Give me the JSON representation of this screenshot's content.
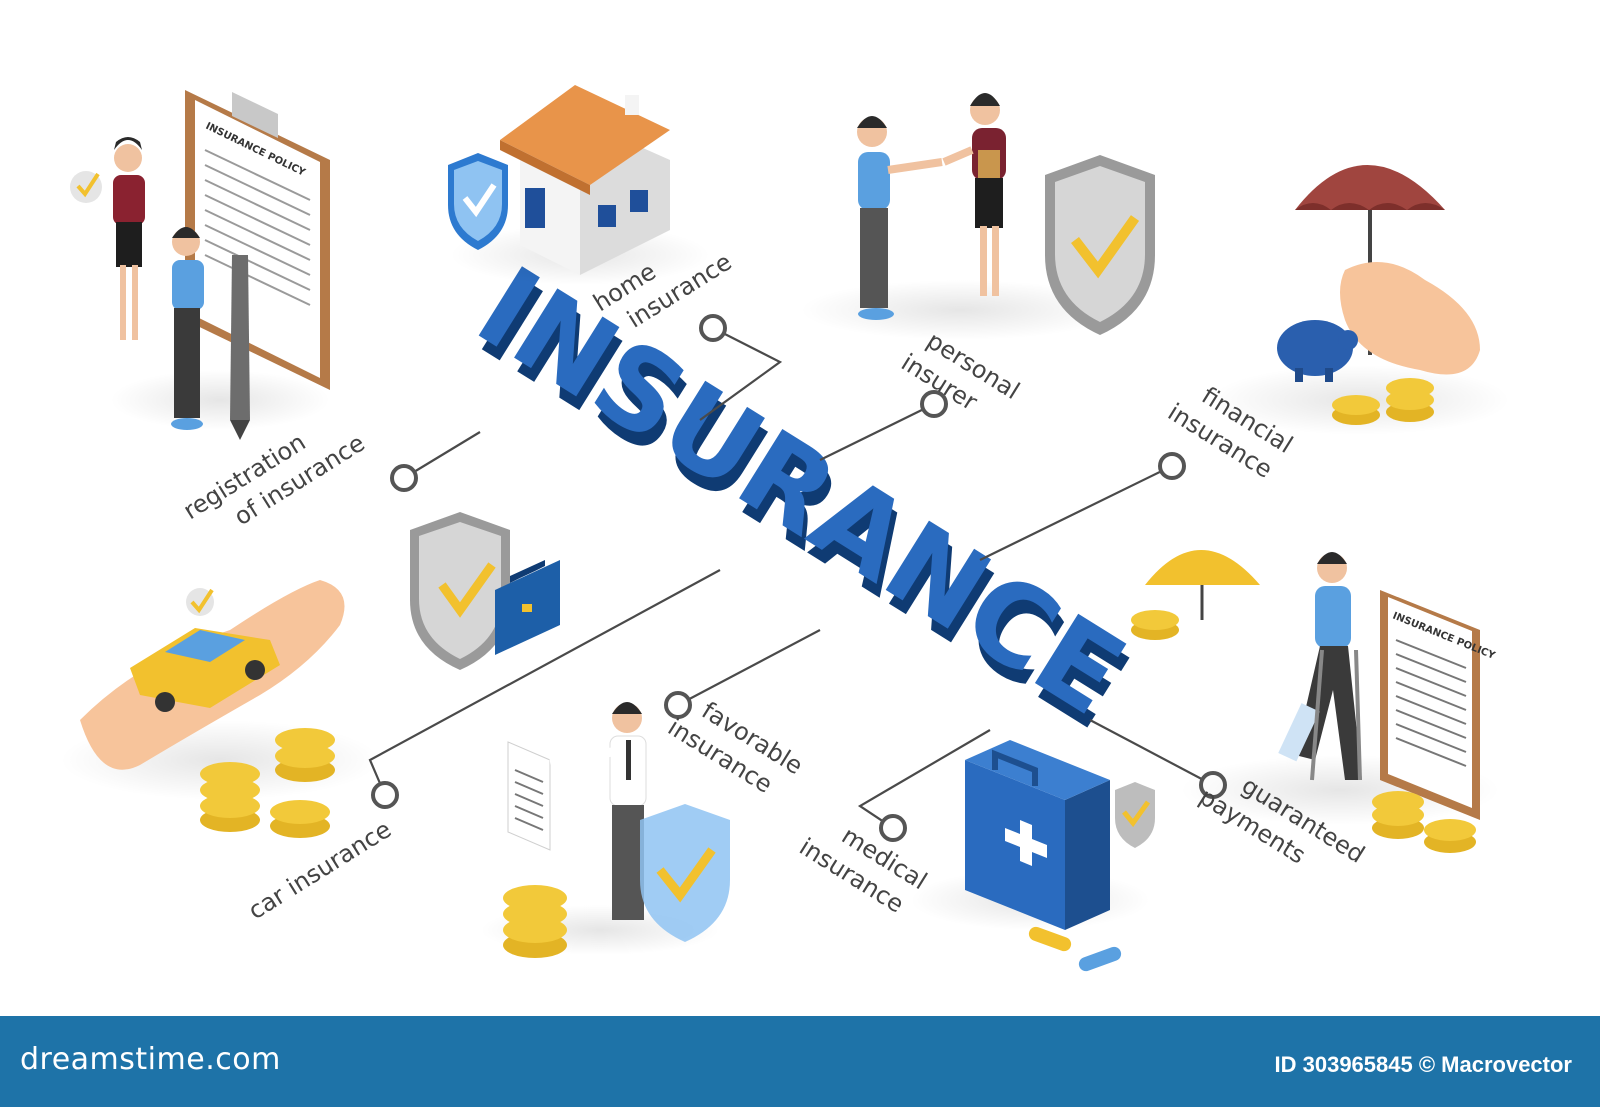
{
  "title": "INSURANCE",
  "categories": [
    {
      "key": "registration",
      "lines": [
        "registration",
        "of insurance"
      ]
    },
    {
      "key": "home",
      "lines": [
        "home",
        "insurance"
      ]
    },
    {
      "key": "personal",
      "lines": [
        "personal",
        "insurer"
      ]
    },
    {
      "key": "financial",
      "lines": [
        "financial",
        "insurance"
      ]
    },
    {
      "key": "car",
      "lines": [
        "car insurance"
      ]
    },
    {
      "key": "favorable",
      "lines": [
        "favorable",
        "insurance"
      ]
    },
    {
      "key": "medical",
      "lines": [
        "medical",
        "insurance"
      ]
    },
    {
      "key": "guaranteed",
      "lines": [
        "guaranteed",
        "payments"
      ]
    }
  ],
  "document_label": "INSURANCE POLICY",
  "colors": {
    "accent_blue": "#1d5fa8",
    "title_blue": "#1f5da8",
    "shield_yellow": "#f2c12e",
    "coin_gold": "#f2c93a",
    "footer_bg": "#1e73a8"
  },
  "footer": {
    "brand": "dreamstime.com",
    "id_credit": "ID 303965845 © Macrovector"
  }
}
